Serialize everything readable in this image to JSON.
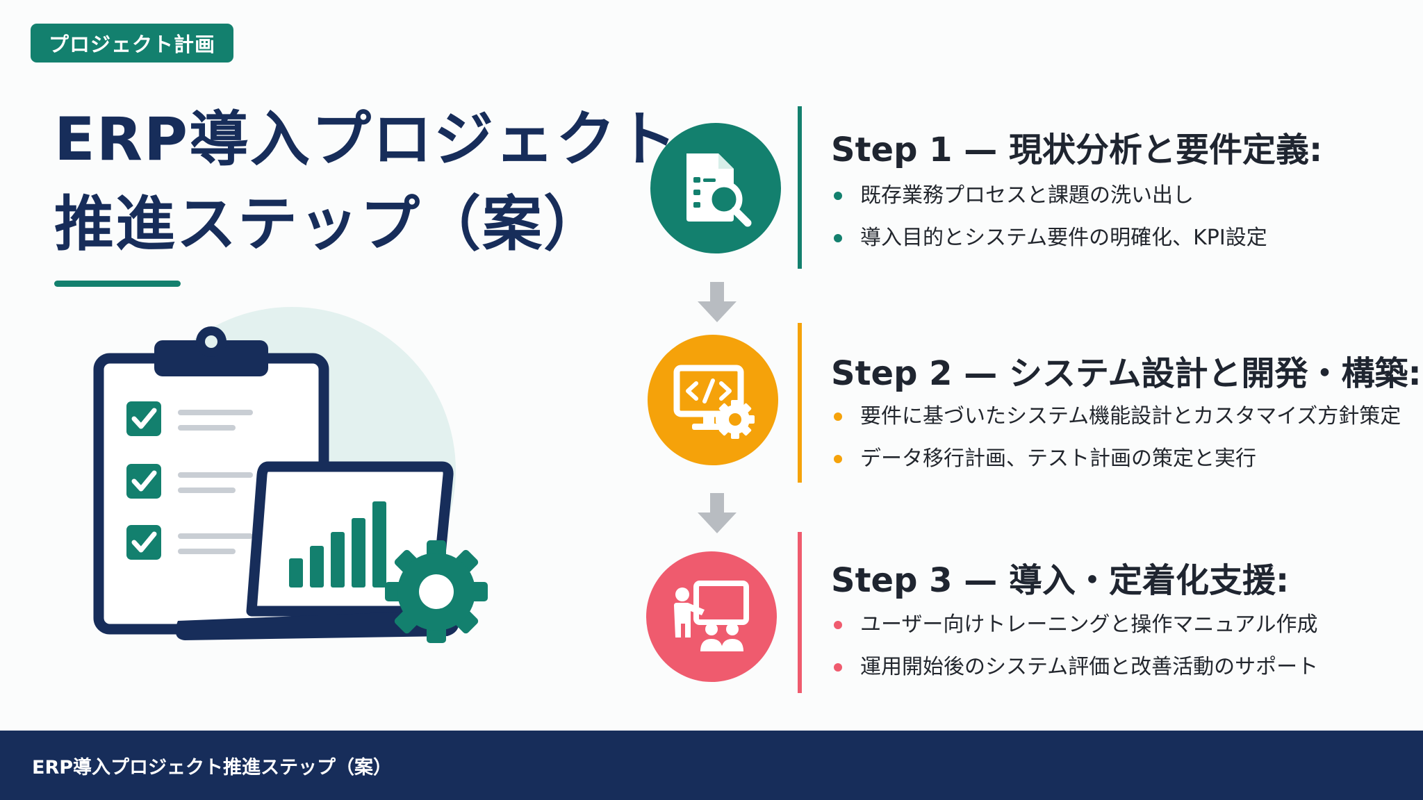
{
  "tag_label": "プロジェクト計画",
  "title": {
    "line1": "ERP導入プロジェクト",
    "line2": "推進ステップ（案）"
  },
  "steps": [
    {
      "title": "Step 1 — 現状分析と要件定義:",
      "color": "#13806e",
      "icon": "document-search-icon",
      "bullets": [
        "既存業務プロセスと課題の洗い出し",
        "導入目的とシステム要件の明確化、KPI設定"
      ]
    },
    {
      "title": "Step 2 — システム設計と開発・構築:",
      "color": "#f5a20a",
      "icon": "monitor-code-gear-icon",
      "bullets": [
        "要件に基づいたシステム機能設計とカスタマイズ方針策定",
        "データ移行計画、テスト計画の策定と実行"
      ]
    },
    {
      "title": "Step 3 — 導入・定着化支援:",
      "color": "#ef5b6e",
      "icon": "training-presentation-icon",
      "bullets": [
        "ユーザー向けトレーニングと操作マニュアル作成",
        "運用開始後のシステム評価と改善活動のサポート"
      ]
    }
  ],
  "footer": {
    "text": "ERP導入プロジェクト推進ステップ（案）"
  }
}
